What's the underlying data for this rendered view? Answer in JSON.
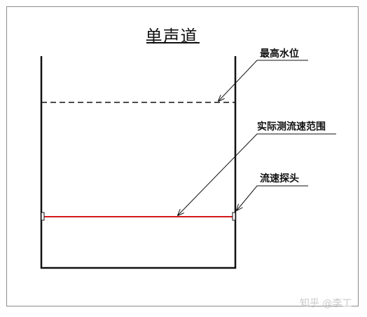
{
  "title": "单声道",
  "labels": {
    "max_water_level": "最高水位",
    "actual_velocity_range": "实际测流速范围",
    "velocity_probe": "流速探头"
  },
  "watermark": "知乎 @李工",
  "colors": {
    "line": "#111111",
    "measurement_line": "#d11a1a",
    "frame": "#8a8a8a"
  }
}
